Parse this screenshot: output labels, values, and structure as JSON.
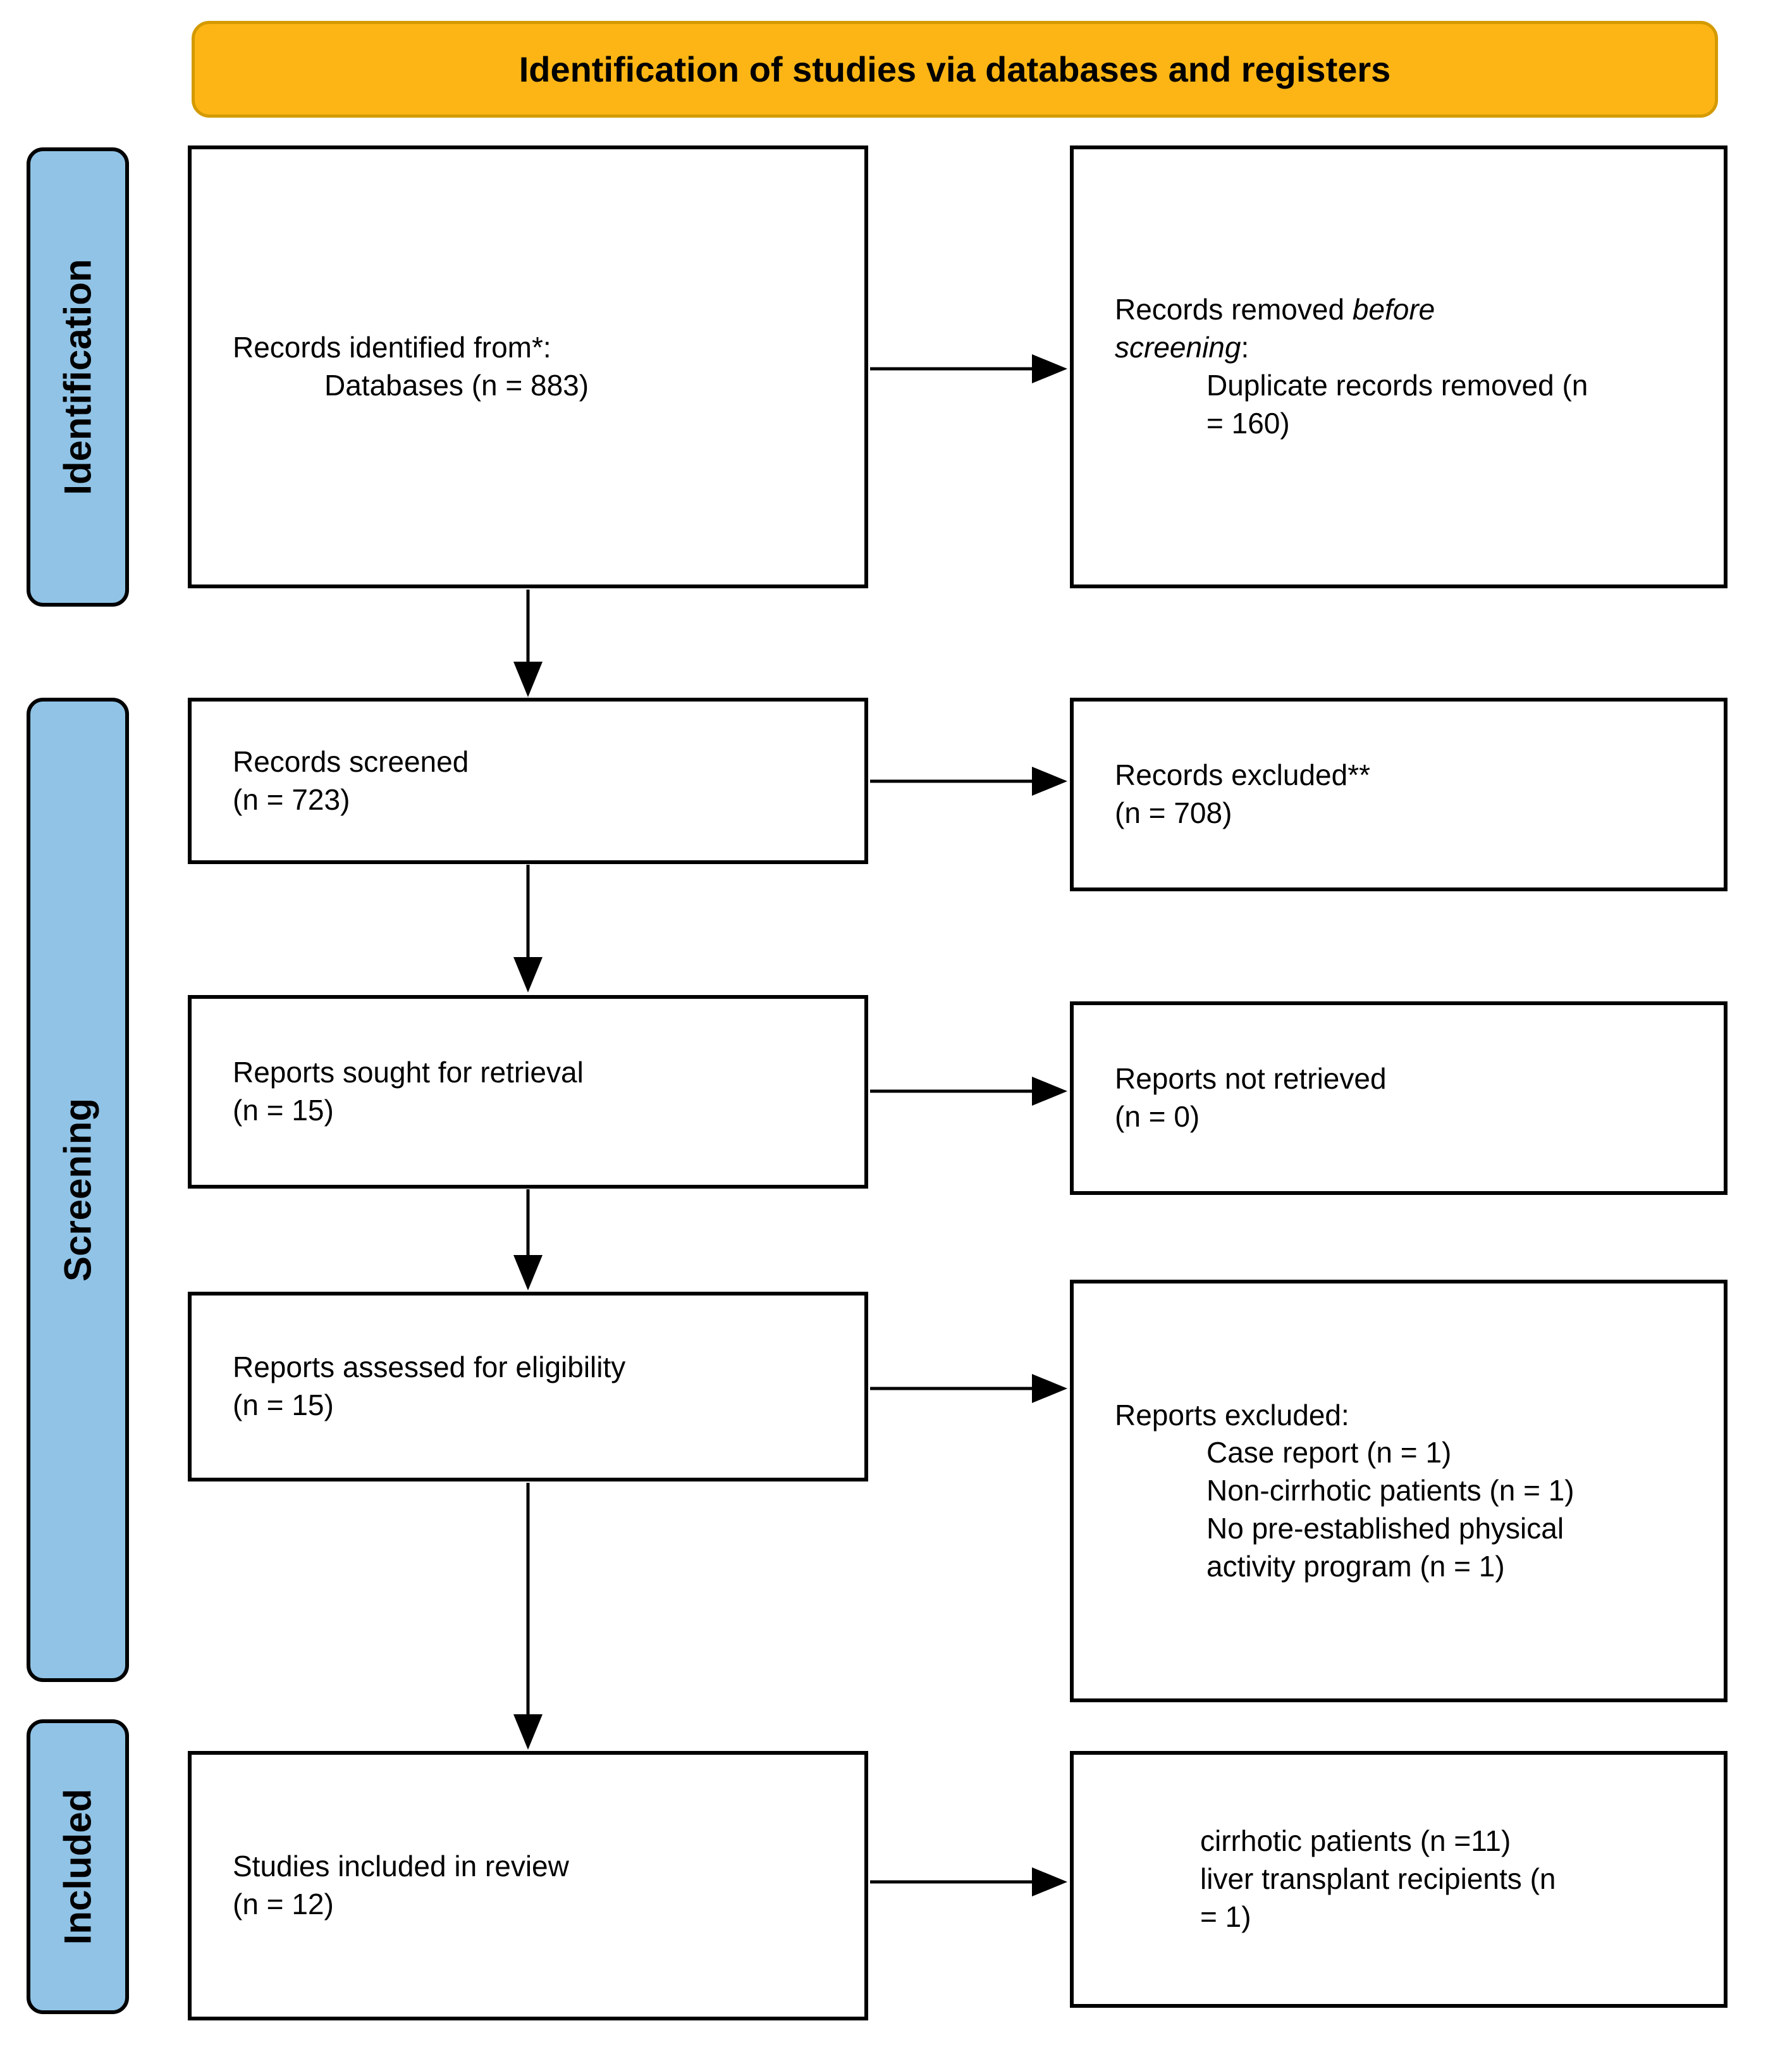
{
  "title": "Identification of studies via databases and registers",
  "colors": {
    "banner_fill": "#FCB515",
    "banner_border": "#D49A00",
    "stage_fill": "#90C3E6",
    "box_border": "#000000",
    "text": "#000000"
  },
  "sidebar": {
    "identification": "Identification",
    "screening": "Screening",
    "included": "Included"
  },
  "boxes": {
    "records_identified": {
      "line1": "Records identified from*:",
      "line2": "Databases (n = 883)"
    },
    "records_removed": {
      "intro_pre": "Records removed ",
      "intro_italic": "before screening",
      "intro_post": ":",
      "item1": "Duplicate records removed (n = 160)"
    },
    "records_screened": {
      "line1": "Records screened",
      "line2": "(n = 723)"
    },
    "records_excluded": {
      "line1": "Records excluded**",
      "line2": "(n = 708)"
    },
    "reports_sought": {
      "line1": "Reports sought for retrieval",
      "line2": "(n = 15)"
    },
    "reports_not_retrieved": {
      "line1": "Reports not retrieved",
      "line2": "(n = 0)"
    },
    "reports_assessed": {
      "line1": "Reports assessed for eligibility",
      "line2": "(n = 15)"
    },
    "reports_excluded": {
      "line1": "Reports excluded:",
      "item1": "Case report (n = 1)",
      "item2": "Non-cirrhotic patients (n = 1)",
      "item3": "No pre-established physical activity program (n = 1)"
    },
    "studies_included": {
      "line1": "Studies included in review",
      "line2": "(n = 12)"
    },
    "included_breakdown": {
      "item1": "cirrhotic patients (n =11)",
      "item2": "liver transplant recipients (n = 1)"
    }
  }
}
